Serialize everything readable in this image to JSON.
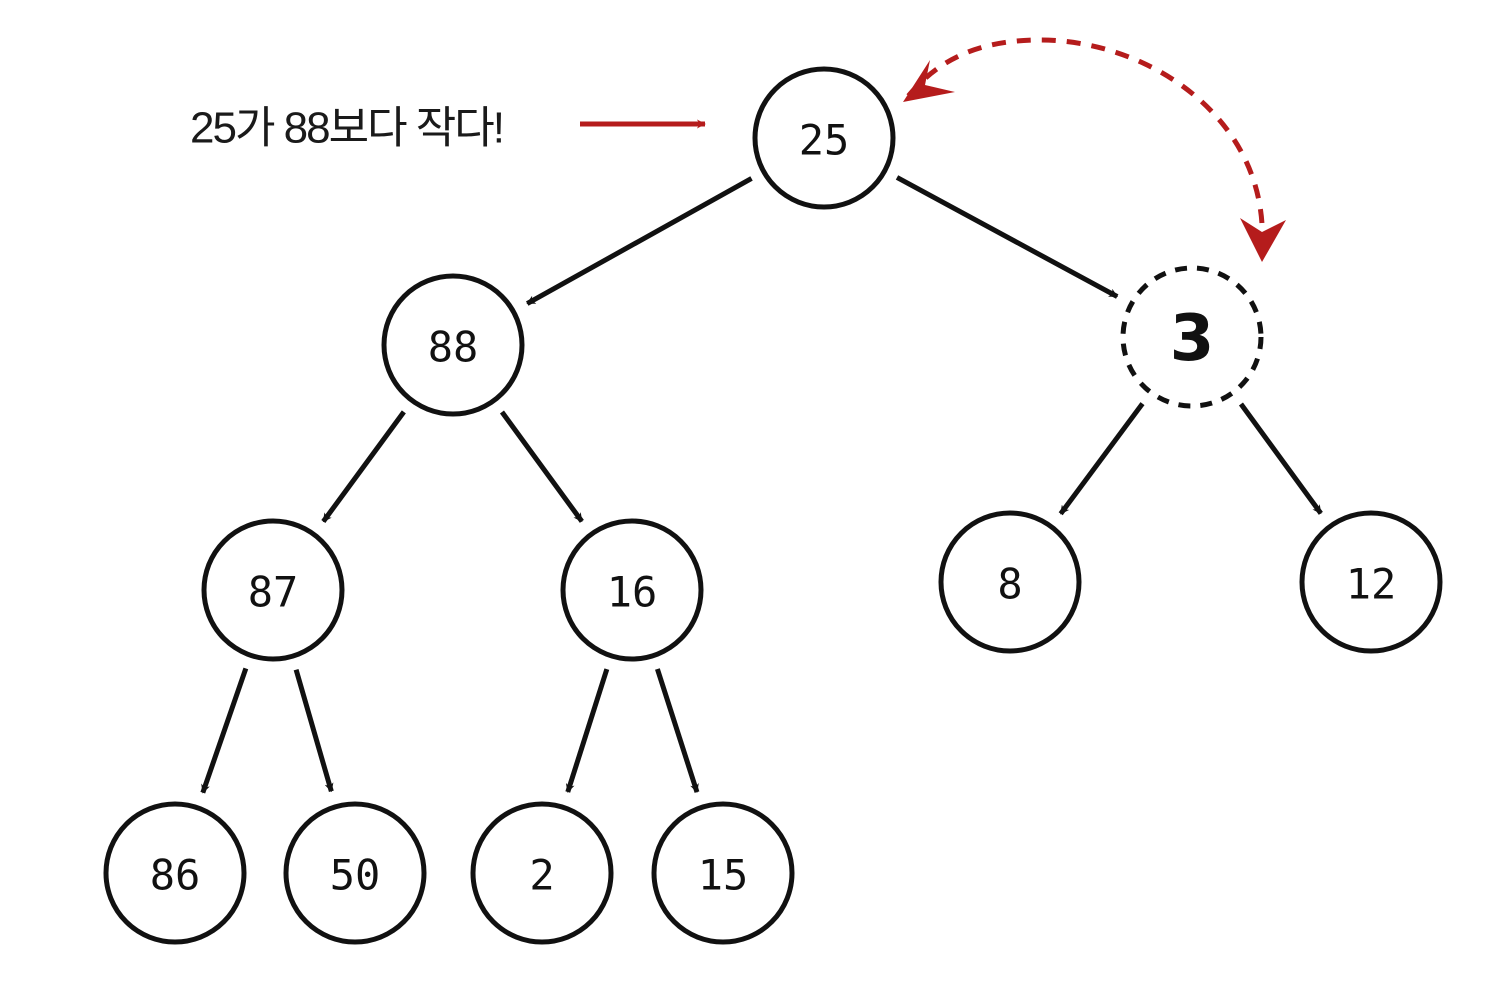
{
  "diagram": {
    "note": "25가 88보다 작다!",
    "colors": {
      "line": "#111111",
      "accent": "#b51c1c"
    },
    "nodes": [
      {
        "id": "n25",
        "value": "25",
        "highlight": false
      },
      {
        "id": "n88",
        "value": "88",
        "highlight": false
      },
      {
        "id": "n3",
        "value": "3",
        "highlight": true
      },
      {
        "id": "n87",
        "value": "87",
        "highlight": false
      },
      {
        "id": "n16",
        "value": "16",
        "highlight": false
      },
      {
        "id": "n8",
        "value": "8",
        "highlight": false
      },
      {
        "id": "n12",
        "value": "12",
        "highlight": false
      },
      {
        "id": "n86",
        "value": "86",
        "highlight": false
      },
      {
        "id": "n50",
        "value": "50",
        "highlight": false
      },
      {
        "id": "n2",
        "value": "2",
        "highlight": false
      },
      {
        "id": "n15",
        "value": "15",
        "highlight": false
      }
    ],
    "edges": [
      {
        "from": "n25",
        "to": "n88"
      },
      {
        "from": "n25",
        "to": "n3"
      },
      {
        "from": "n88",
        "to": "n87"
      },
      {
        "from": "n88",
        "to": "n16"
      },
      {
        "from": "n3",
        "to": "n8"
      },
      {
        "from": "n3",
        "to": "n12"
      },
      {
        "from": "n87",
        "to": "n86"
      },
      {
        "from": "n87",
        "to": "n50"
      },
      {
        "from": "n16",
        "to": "n2"
      },
      {
        "from": "n16",
        "to": "n15"
      }
    ],
    "swap": {
      "between": [
        "n3",
        "n25"
      ],
      "bidirectional": true
    }
  }
}
